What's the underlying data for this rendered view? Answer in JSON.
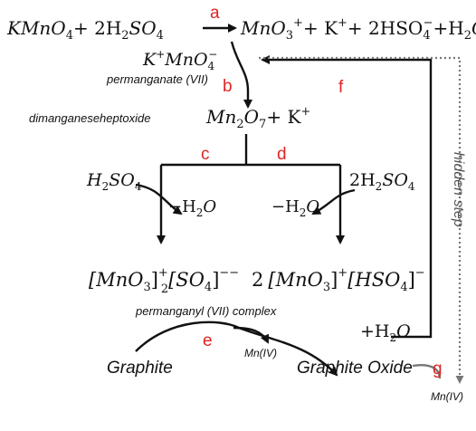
{
  "steps": {
    "a": "a",
    "b": "b",
    "c": "c",
    "d": "d",
    "e": "e",
    "f": "f",
    "g": "g"
  },
  "labels": {
    "permanganate": "permanganate (VII)",
    "dimanganese": "dimanganeseheptoxide",
    "permanganyl": "permanganyl (VII) complex",
    "graphite": "Graphite",
    "graphite_oxide": "Graphite Oxide",
    "mn_iv_mid": "Mn(IV)",
    "mn_iv_bottom": "Mn(IV)",
    "hidden_step": "hidden step"
  },
  "equation": {
    "reactant_kmno4": "KMnO",
    "plus_h2so4": "+ 2H",
    "product_mno3": "MnO",
    "plus_k": "+ K",
    "plus_hso4": "+ 2HSO",
    "plus_h2o": "+H",
    "intermediate_kmno4": "K",
    "mn2o7": "Mn",
    "plus_k2": "+ K",
    "h2so4_left": "H",
    "h2so4_right": "2H",
    "minus_h2o_left": "−H",
    "minus_h2o_right": "−H",
    "plus_h2o_bottom": "+H",
    "complex_left_mno3": "[MnO",
    "complex_left_so4": "[SO",
    "complex_right_coef": "2",
    "complex_right_mno3": "[MnO",
    "complex_right_hso4": "[HSO"
  },
  "colors": {
    "step_letters": "#e02424",
    "hidden_step": "#555555",
    "lines": "#111111"
  }
}
